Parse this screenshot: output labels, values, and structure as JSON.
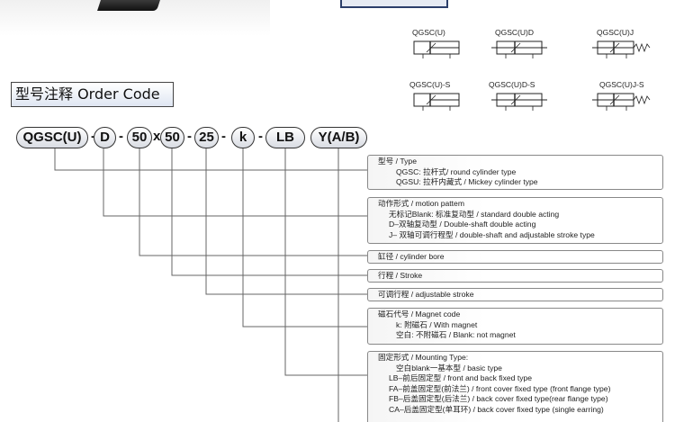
{
  "title": "型号注释 Order Code",
  "symbols": [
    {
      "label": "QGSC(U)",
      "variant": "single"
    },
    {
      "label": "QGSC(U)D",
      "variant": "double"
    },
    {
      "label": "QGSC(U)J",
      "variant": "spring"
    },
    {
      "label": "QGSC(U)-S",
      "variant": "single"
    },
    {
      "label": "QGSC(U)D-S",
      "variant": "double"
    },
    {
      "label": "QGSC(U)J-S",
      "variant": "spring"
    }
  ],
  "code": {
    "p1": "QGSC(U)",
    "p2": "D",
    "p3": "50",
    "x": "x",
    "p4": "50",
    "p5": "25",
    "p6": "k",
    "p7": "LB",
    "p8": "Y(A/B)",
    "dash": "-"
  },
  "descriptions": {
    "type": {
      "head": "型号 / Type",
      "l1": "QGSC: 拉杆式/ round cylinder type",
      "l2": "QGSU: 拉杆内藏式 / Mickey cylinder type"
    },
    "motion": {
      "head": "动作形式 / motion pattem",
      "l1": "无标记Blank: 标准复动型 / standard double acting",
      "l2": "D–双轴复动型 / Double-shaft double acting",
      "l3": "J– 双轴可调行程型 / double-shaft and adjustable stroke type"
    },
    "bore": {
      "head": "缸径 / cylinder bore"
    },
    "stroke": {
      "head": "行程 / Stroke"
    },
    "adjust": {
      "head": "可调行程 / adjustable stroke"
    },
    "magnet": {
      "head": "磁石代号 / Magnet code",
      "l1": "k: 附磁石 / With magnet",
      "l2": "空白: 不附磁石 / Blank: not magnet"
    },
    "mounting": {
      "head": "固定形式 / Mounting  Type:",
      "l1": "空白blank一基本型 / basic type",
      "l2": "LB–前后固定型 / front and back fixed type",
      "l3": "FA–前盖固定型(前法兰) / front cover fixed type (front flange type)",
      "l4": "FB–后盖固定型(后法兰) / back cover fixed type(rear flange type)",
      "l5": "CA–后盖固定型(单耳环) / back cover fixed type (single earring)"
    }
  },
  "colors": {
    "line": "#666666",
    "border": "#333333",
    "title_bg": "#dfe6f2"
  }
}
